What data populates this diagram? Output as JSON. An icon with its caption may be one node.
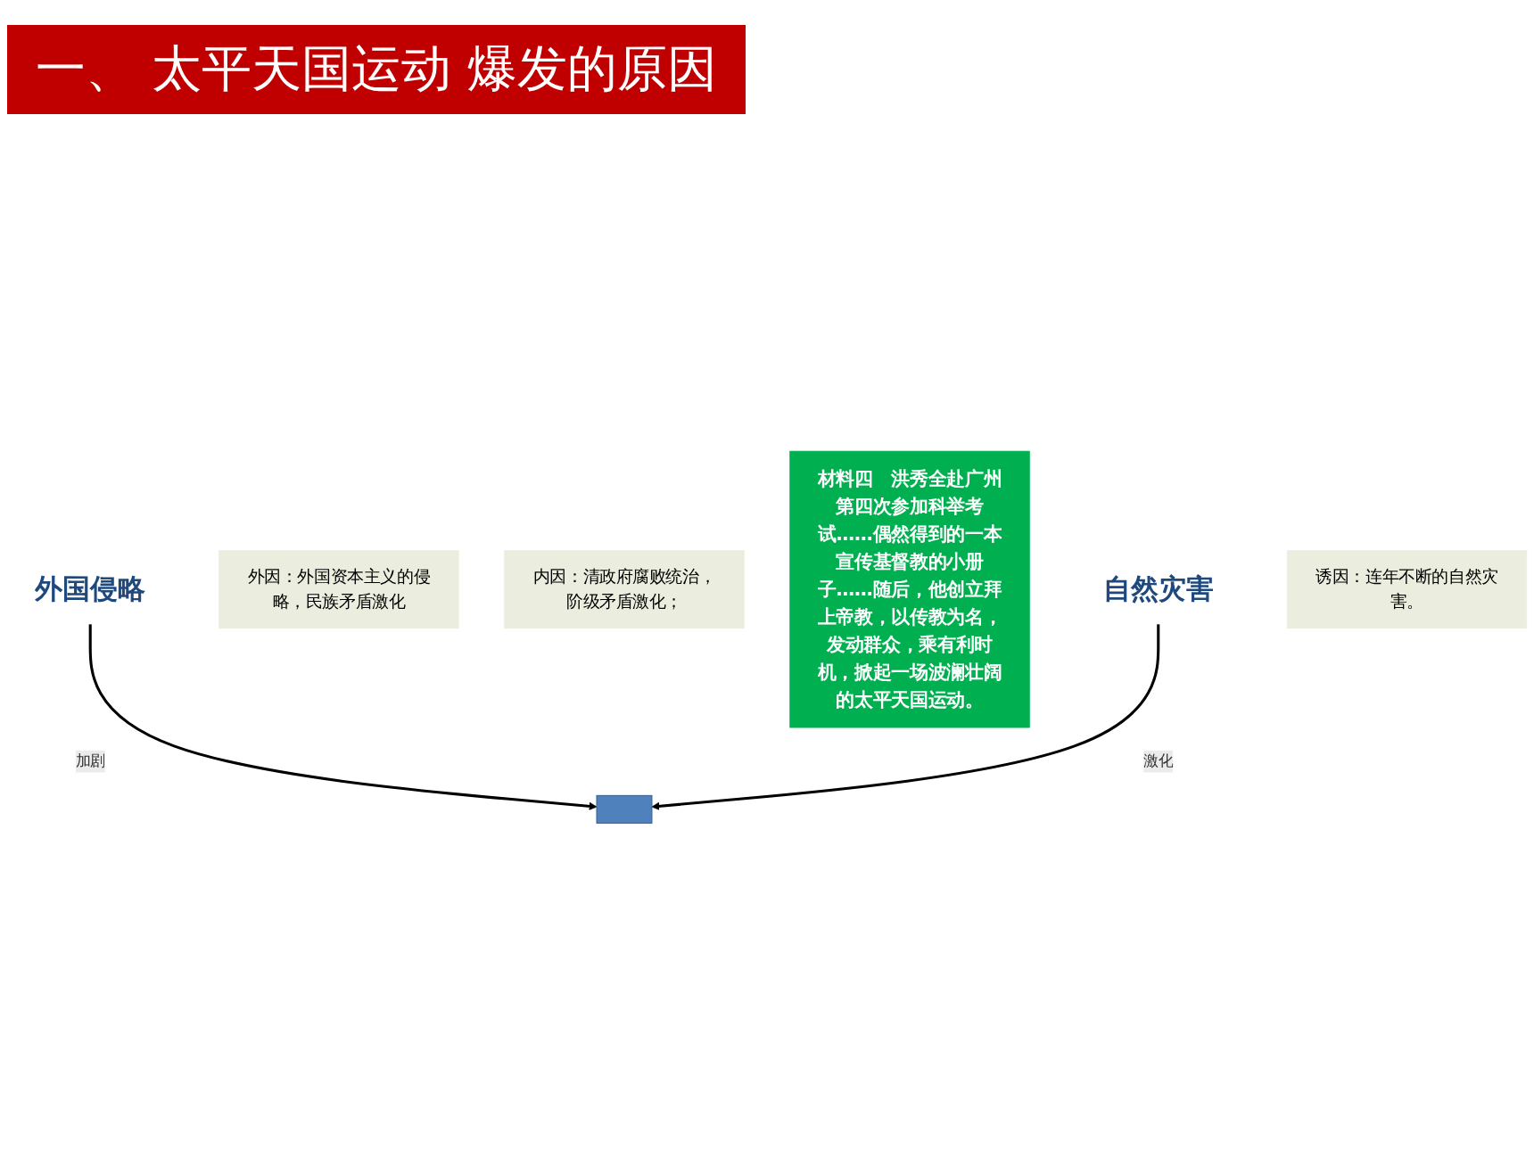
{
  "diagram": {
    "title": "一、 太平天国运动 爆发的原因",
    "nodes": [
      {
        "text": [
          "外国侵略"
        ]
      },
      {
        "text": [
          "外因：外国资本主义的侵略，民族矛盾激化"
        ]
      },
      {
        "text": [],
        "shape": "box"
      },
      {
        "text": [
          "内因：清政府腐败统治，阶级矛盾激化；"
        ]
      },
      {
        "text": [
          "材料四　洪秀全赴广州第四次参加科举考试……偶然得到的一本宣传基督教的小册子……随后，他创立拜上帝教，以传教为名，发动群众，乘有利时机，掀起一场波澜壮阔的太平天国运动。"
        ]
      },
      {
        "text": [
          "自然灾害"
        ]
      },
      {
        "text": [
          "诱因：连年不断的自然灾害。"
        ]
      }
    ],
    "edges": [
      {
        "from": 0,
        "to": 2,
        "arrow": "to",
        "label": "加剧"
      },
      {
        "from": 5,
        "to": 2,
        "arrow": "to",
        "label": "激化"
      }
    ]
  }
}
